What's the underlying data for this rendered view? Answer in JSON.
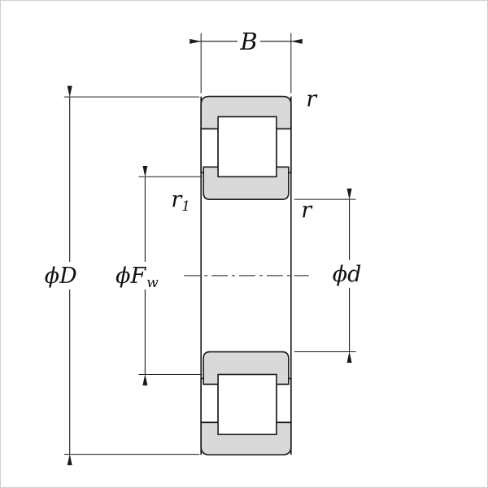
{
  "labels": {
    "width": "B",
    "outer_chamfer": "r",
    "inner_chamfer": "r",
    "rib_chamfer_base": "r",
    "rib_chamfer_sub": "1",
    "outer_diameter": "ϕD",
    "raceway_diameter_base": "ϕF",
    "raceway_diameter_sub": "w",
    "bore_diameter": "ϕd"
  },
  "colors": {
    "line": "#1a1a1a",
    "ring_fill": "#d9d9d9",
    "background": "#ffffff"
  }
}
